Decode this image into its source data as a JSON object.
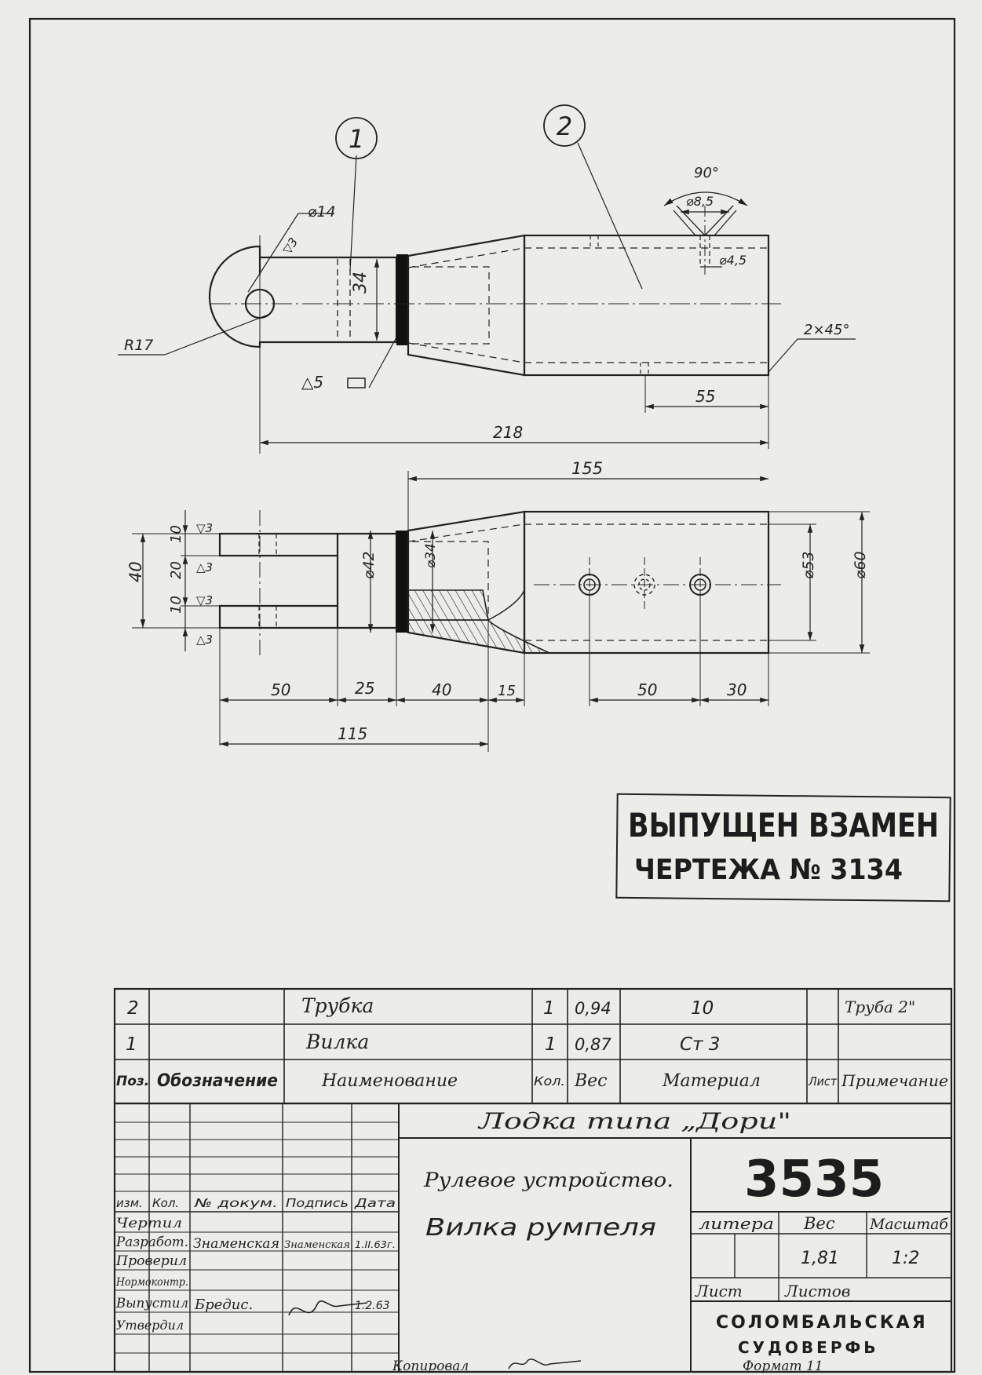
{
  "callouts": [
    "1",
    "2"
  ],
  "dims": {
    "d14": "⌀14",
    "rough3": "▽3",
    "r17": "R17",
    "h34": "34",
    "weld": "△5",
    "angle90": "90°",
    "d8_5": "⌀8,5",
    "d4_5": "⌀4,5",
    "chamfer": "2×45°",
    "l55": "55",
    "l218": "218",
    "l155": "155",
    "w10a": "10",
    "w20": "20",
    "w10b": "10",
    "w40": "40",
    "delta3a": "△3",
    "rough3b": "▽3",
    "rough3c": "▽3",
    "delta3b": "△3",
    "d42": "⌀42",
    "d34": "⌀34",
    "d53": "⌀53",
    "d60": "⌀60",
    "b50": "50",
    "b25": "25",
    "b40": "40",
    "b15": "15",
    "b50b": "50",
    "b30": "30",
    "b115": "115"
  },
  "stamp": {
    "line1": "ВЫПУЩЕН ВЗАМЕН",
    "line2": "ЧЕРТЕЖА № 3134"
  },
  "spec": {
    "rows": [
      {
        "pos": "2",
        "designation": "",
        "name": "Трубка",
        "qty": "1",
        "weight": "0,94",
        "material": "10",
        "sheet": "",
        "note": "Труба 2\""
      },
      {
        "pos": "1",
        "designation": "",
        "name": "Вилка",
        "qty": "1",
        "weight": "0,87",
        "material": "Ст 3",
        "sheet": "",
        "note": ""
      }
    ],
    "headers": {
      "pos": "Поз.",
      "designation": "Обозначение",
      "name": "Наименование",
      "qty": "Кол.",
      "weight": "Вес",
      "material": "Материал",
      "sheet": "Лист",
      "note": "Примечание"
    }
  },
  "title_block": {
    "project": "Лодка типа „Дори\"",
    "assembly": "Рулевое устройство.",
    "part_name": "Вилка румпеля",
    "number": "3535",
    "col_litera": "литера",
    "col_weight": "Вес",
    "col_scale": "Масштаб",
    "weight": "1,81",
    "scale": "1:2",
    "sheet_label": "Лист",
    "sheets_label": "Листов",
    "org_line1": "СОЛОМБАЛЬСКАЯ",
    "org_line2": "СУДОВЕРФЬ",
    "rev_headers": {
      "izm": "изм.",
      "kol": "Кол.",
      "doc": "№ докум.",
      "sign": "Подпись",
      "date": "Дата"
    },
    "roles": [
      "Чертил",
      "Разработ.",
      "Проверил",
      "Нормоконтр.",
      "Выпустил",
      "Утвердил"
    ],
    "razrab_name": "Знаменская",
    "razrab_sign": "Знаменская",
    "razrab_date": "1.II.63г.",
    "vypust_name": "Бредис.",
    "vypust_date": "1.2.63"
  },
  "footer": {
    "copied": "Копировал",
    "format": "Формат 11"
  }
}
